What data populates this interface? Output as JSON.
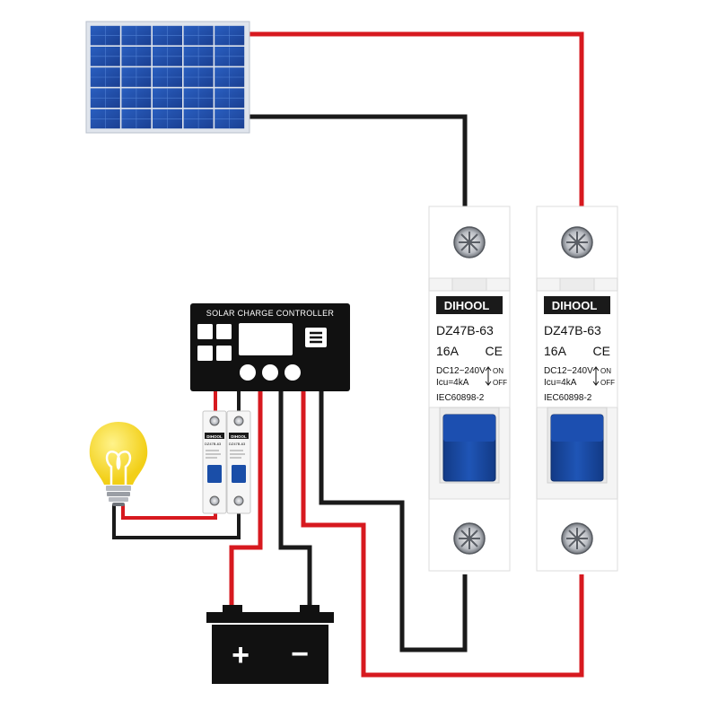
{
  "controller": {
    "title": "SOLAR CHARGE CONTROLLER"
  },
  "breakers": [
    {
      "brand": "DIHOOL",
      "model": "DZ47B-63",
      "rating": "16A",
      "voltage": "DC12~240V",
      "icu": "Icu=4kA",
      "on": "ON",
      "off": "OFF",
      "standard": "IEC60898-2",
      "mark": "CE"
    },
    {
      "brand": "DIHOOL",
      "model": "DZ47B-63",
      "rating": "16A",
      "voltage": "DC12~240V",
      "icu": "Icu=4kA",
      "on": "ON",
      "off": "OFF",
      "standard": "IEC60898-2",
      "mark": "CE"
    }
  ],
  "small_breakers": [
    {
      "brand": "DIHOOL",
      "model": "DZ47B-63"
    },
    {
      "brand": "DIHOOL",
      "model": "DZ47B-63"
    }
  ],
  "battery": {
    "plus": "+",
    "minus": "−"
  },
  "colors": {
    "positive_wire": "#d7191f",
    "negative_wire": "#1a1a1a",
    "panel_cell": "#1f4fa8",
    "breaker_handle": "#1a4ea8",
    "bulb": "#f2d21b"
  }
}
